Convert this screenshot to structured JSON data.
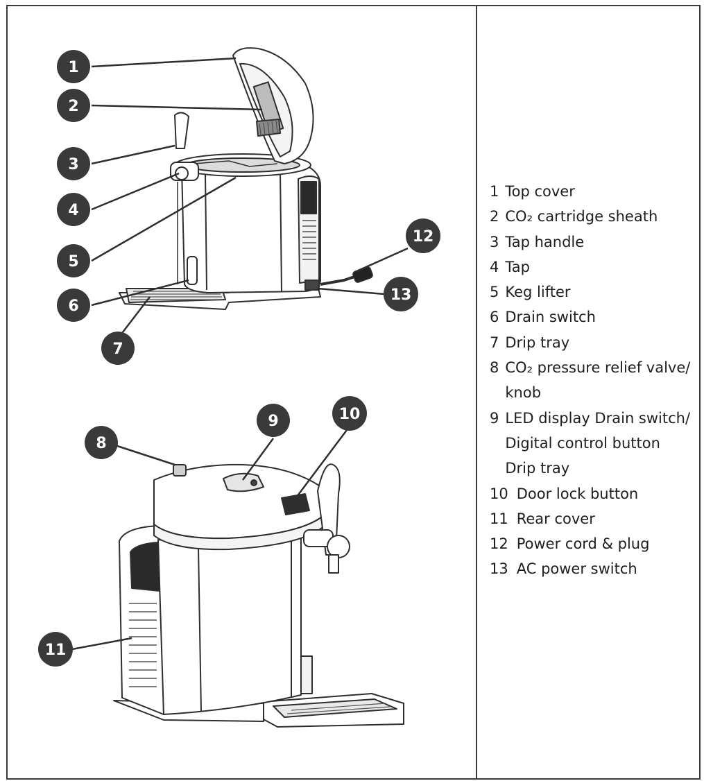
{
  "callouts": [
    "1",
    "2",
    "3",
    "4",
    "5",
    "6",
    "7",
    "8",
    "9",
    "10",
    "11",
    "12",
    "13"
  ],
  "legend": [
    {
      "num": "1",
      "text": "Top cover"
    },
    {
      "num": "2",
      "text": "CO₂ cartridge sheath"
    },
    {
      "num": "3",
      "text": "Tap handle"
    },
    {
      "num": "4",
      "text": "Tap"
    },
    {
      "num": "5",
      "text": "Keg lifter"
    },
    {
      "num": "6",
      "text": "Drain switch"
    },
    {
      "num": "7",
      "text": "Drip tray"
    },
    {
      "num": "8",
      "text": "CO₂ pressure relief valve/ knob"
    },
    {
      "num": "9",
      "text": "LED display Drain switch/ Digital control button Drip tray"
    },
    {
      "num": "10",
      "text": "Door lock button"
    },
    {
      "num": "11",
      "text": "Rear cover"
    },
    {
      "num": "12",
      "text": "Power cord & plug"
    },
    {
      "num": "13",
      "text": "AC power switch"
    }
  ],
  "colors": {
    "badge": "#3a3a3a",
    "outline": "#2e2e2e",
    "text": "#1e1e1e"
  }
}
